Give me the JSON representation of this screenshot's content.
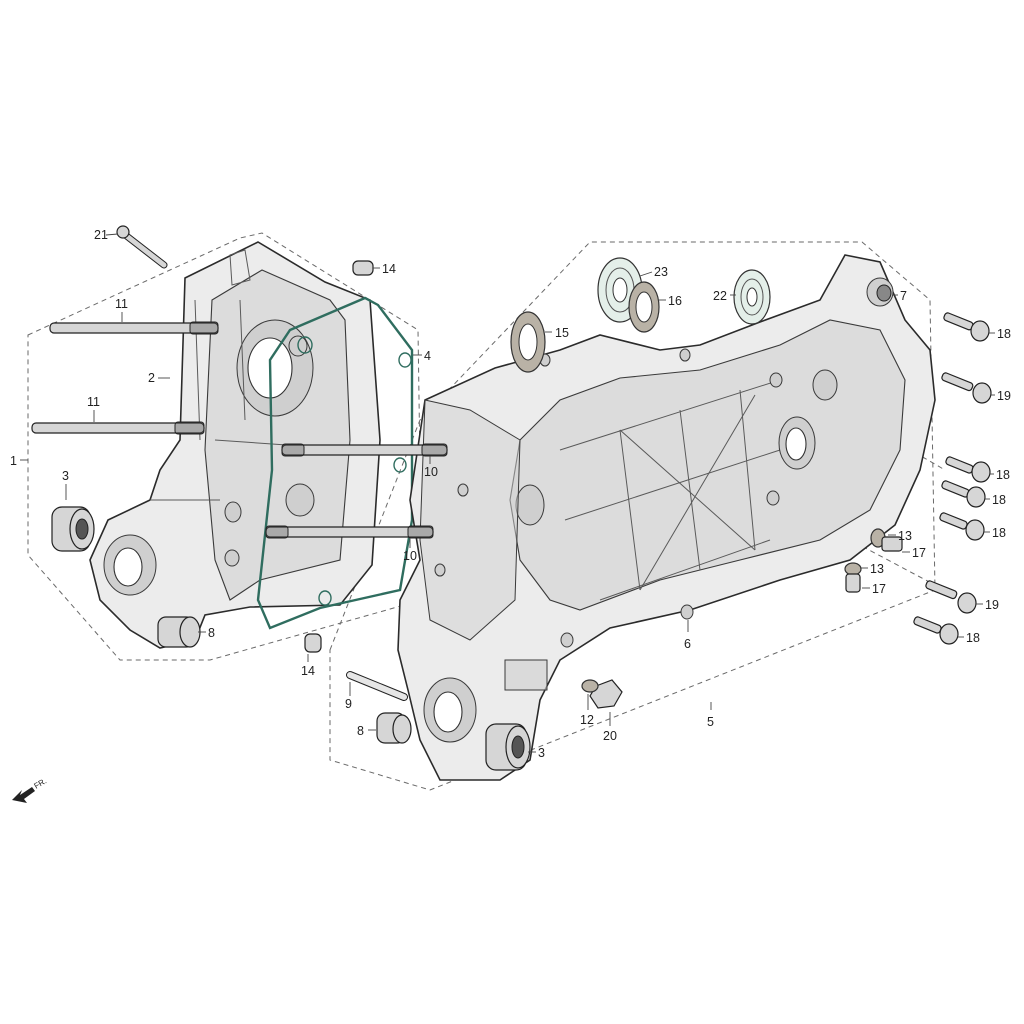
{
  "callouts": [
    {
      "id": "c21",
      "label": "21"
    },
    {
      "id": "c14a",
      "label": "14"
    },
    {
      "id": "c11a",
      "label": "11"
    },
    {
      "id": "c2",
      "label": "2"
    },
    {
      "id": "c4",
      "label": "4"
    },
    {
      "id": "c11b",
      "label": "11"
    },
    {
      "id": "c1",
      "label": "1"
    },
    {
      "id": "c10a",
      "label": "10"
    },
    {
      "id": "c10b",
      "label": "10"
    },
    {
      "id": "c3a",
      "label": "3"
    },
    {
      "id": "c8a",
      "label": "8"
    },
    {
      "id": "c14b",
      "label": "14"
    },
    {
      "id": "c23",
      "label": "23"
    },
    {
      "id": "c16",
      "label": "16"
    },
    {
      "id": "c22",
      "label": "22"
    },
    {
      "id": "c15",
      "label": "15"
    },
    {
      "id": "c7",
      "label": "7"
    },
    {
      "id": "c18a",
      "label": "18"
    },
    {
      "id": "c19a",
      "label": "19"
    },
    {
      "id": "c18b",
      "label": "18"
    },
    {
      "id": "c18c",
      "label": "18"
    },
    {
      "id": "c18d",
      "label": "18"
    },
    {
      "id": "c13a",
      "label": "13"
    },
    {
      "id": "c17a",
      "label": "17"
    },
    {
      "id": "c13b",
      "label": "13"
    },
    {
      "id": "c17b",
      "label": "17"
    },
    {
      "id": "c19b",
      "label": "19"
    },
    {
      "id": "c18e",
      "label": "18"
    },
    {
      "id": "c6",
      "label": "6"
    },
    {
      "id": "c9",
      "label": "9"
    },
    {
      "id": "c12",
      "label": "12"
    },
    {
      "id": "c5",
      "label": "5"
    },
    {
      "id": "c20",
      "label": "20"
    },
    {
      "id": "c8b",
      "label": "8"
    },
    {
      "id": "c3b",
      "label": "3"
    }
  ],
  "direction_marker": {
    "label": "FR."
  },
  "colors": {
    "gasket": "#2f6d5f",
    "seal": "#b9b2a6",
    "outline": "#2b2b2b"
  }
}
